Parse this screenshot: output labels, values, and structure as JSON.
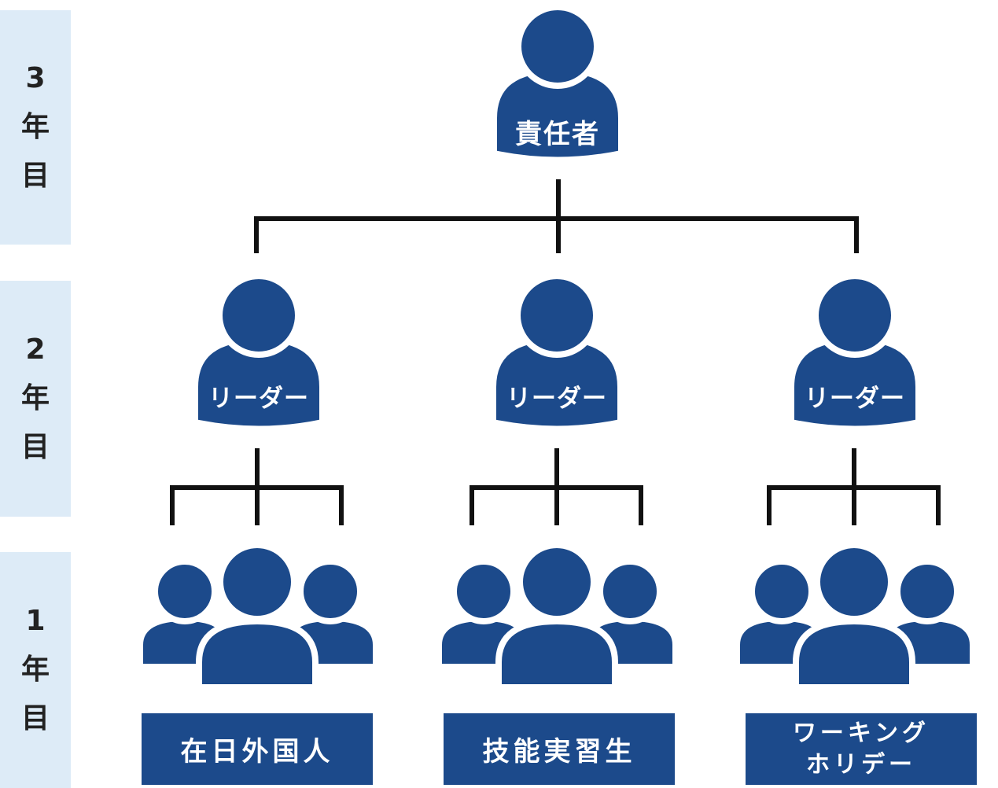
{
  "years": {
    "year3": [
      "3",
      "年",
      "目"
    ],
    "year2": [
      "2",
      "年",
      "目"
    ],
    "year1": [
      "1",
      "年",
      "目"
    ]
  },
  "chief": {
    "label": "責任者"
  },
  "leaders": [
    {
      "label": "リーダー"
    },
    {
      "label": "リーダー"
    },
    {
      "label": "リーダー"
    }
  ],
  "groups": [
    {
      "lines": [
        "在日外国人"
      ]
    },
    {
      "lines": [
        "技能実習生"
      ]
    },
    {
      "lines": [
        "ワーキング",
        "ホリデー"
      ]
    }
  ],
  "colors": {
    "icon": "#1c4a8b",
    "band": "#ddebf7",
    "line": "#111111"
  }
}
